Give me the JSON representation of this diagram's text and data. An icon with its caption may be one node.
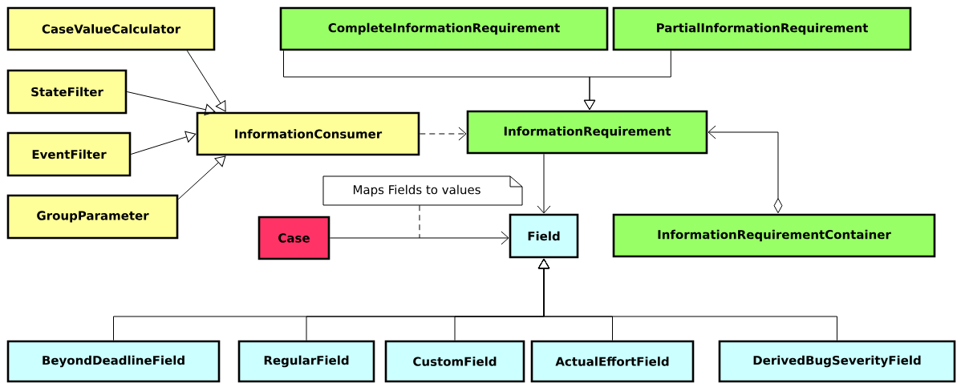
{
  "diagram": {
    "nodes": [
      {
        "text": [
          "CaseValueCalculator"
        ]
      },
      {
        "text": [
          "StateFilter"
        ]
      },
      {
        "text": [
          "EventFilter"
        ]
      },
      {
        "text": [
          "GroupParameter"
        ]
      },
      {
        "text": [
          "CompleteInformationRequirement"
        ]
      },
      {
        "text": [
          "PartialInformationRequirement"
        ]
      },
      {
        "text": [
          "InformationConsumer"
        ]
      },
      {
        "text": [
          "InformationRequirement"
        ]
      },
      {
        "text": [
          "Maps Fields to values"
        ]
      },
      {
        "text": [
          "Case"
        ]
      },
      {
        "text": [
          "Field"
        ]
      },
      {
        "text": [
          "InformationRequirementContainer"
        ]
      },
      {
        "text": [
          "BeyondDeadlineField"
        ]
      },
      {
        "text": [
          "RegularField"
        ]
      },
      {
        "text": [
          "CustomField"
        ]
      },
      {
        "text": [
          "ActualEffortField"
        ]
      },
      {
        "text": [
          "DerivedBugSeverityField"
        ]
      }
    ],
    "edges": [
      {
        "from": 0,
        "to": 6,
        "arrow": "to"
      },
      {
        "from": 1,
        "to": 6,
        "arrow": "to"
      },
      {
        "from": 2,
        "to": 6,
        "arrow": "to"
      },
      {
        "from": 3,
        "to": 6,
        "arrow": "to"
      },
      {
        "from": 4,
        "to": 7,
        "arrow": "to"
      },
      {
        "from": 5,
        "to": 7,
        "arrow": "to"
      },
      {
        "from": 6,
        "to": 7,
        "arrow": "to",
        "style": "dashed"
      },
      {
        "from": 7,
        "to": 10,
        "arrow": "to"
      },
      {
        "from": 11,
        "to": 7,
        "arrow": "to"
      },
      {
        "from": 9,
        "to": 10,
        "arrow": "to"
      },
      {
        "from": 8,
        "to": null,
        "arrow": "none",
        "style": "dashed"
      },
      {
        "from": 12,
        "to": 10,
        "arrow": "to"
      },
      {
        "from": 13,
        "to": 10,
        "arrow": "to"
      },
      {
        "from": 14,
        "to": 10,
        "arrow": "to"
      },
      {
        "from": 15,
        "to": 10,
        "arrow": "to"
      },
      {
        "from": 16,
        "to": 10,
        "arrow": "to"
      }
    ]
  }
}
